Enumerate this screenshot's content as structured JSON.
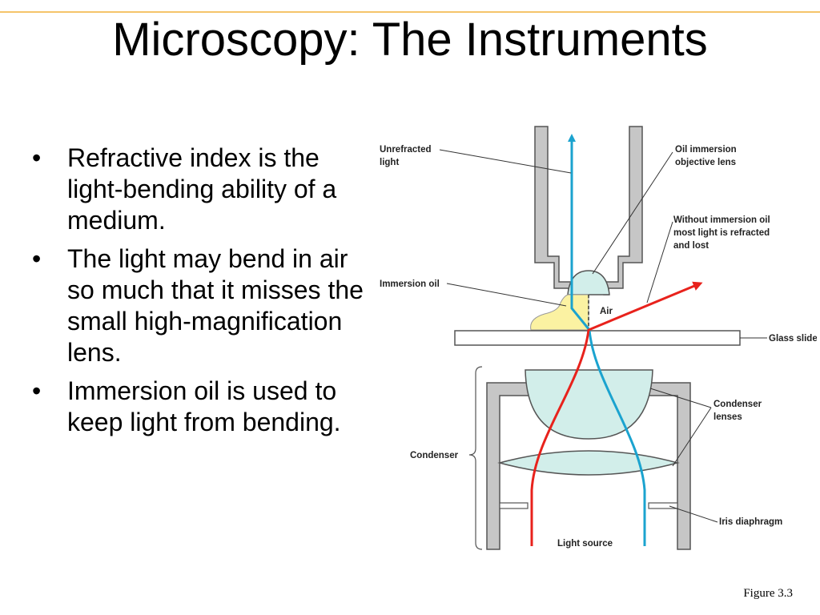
{
  "slide": {
    "title": "Microscopy: The Instruments",
    "figure_label": "Figure 3.3",
    "bullet_char": "•",
    "bullets": [
      "Refractive index is the light-bending ability of a medium.",
      "The light may bend in air so much that it misses the small high-magnification lens.",
      "Immersion oil is used to keep light from bending."
    ]
  },
  "diagram": {
    "labels": {
      "unrefracted_line1": "Unrefracted",
      "unrefracted_line2": "light",
      "oil_objective_line1": "Oil immersion",
      "oil_objective_line2": "objective lens",
      "without_oil_line1": "Without immersion oil",
      "without_oil_line2": "most light is refracted",
      "without_oil_line3": "and lost",
      "immersion_oil": "Immersion oil",
      "air": "Air",
      "glass_slide": "Glass slide",
      "condenser_lenses_line1": "Condenser",
      "condenser_lenses_line2": "lenses",
      "condenser": "Condenser",
      "iris_diaphragm": "Iris diaphragm",
      "light_source": "Light source"
    },
    "colors": {
      "housing_fill": "#c6c6c6",
      "housing_stroke": "#555555",
      "lens_fill": "#d2eeea",
      "oil_fill": "#fbf2a2",
      "blue_ray": "#1ba3cf",
      "red_ray": "#e8221c",
      "leader_line": "#333333"
    }
  }
}
